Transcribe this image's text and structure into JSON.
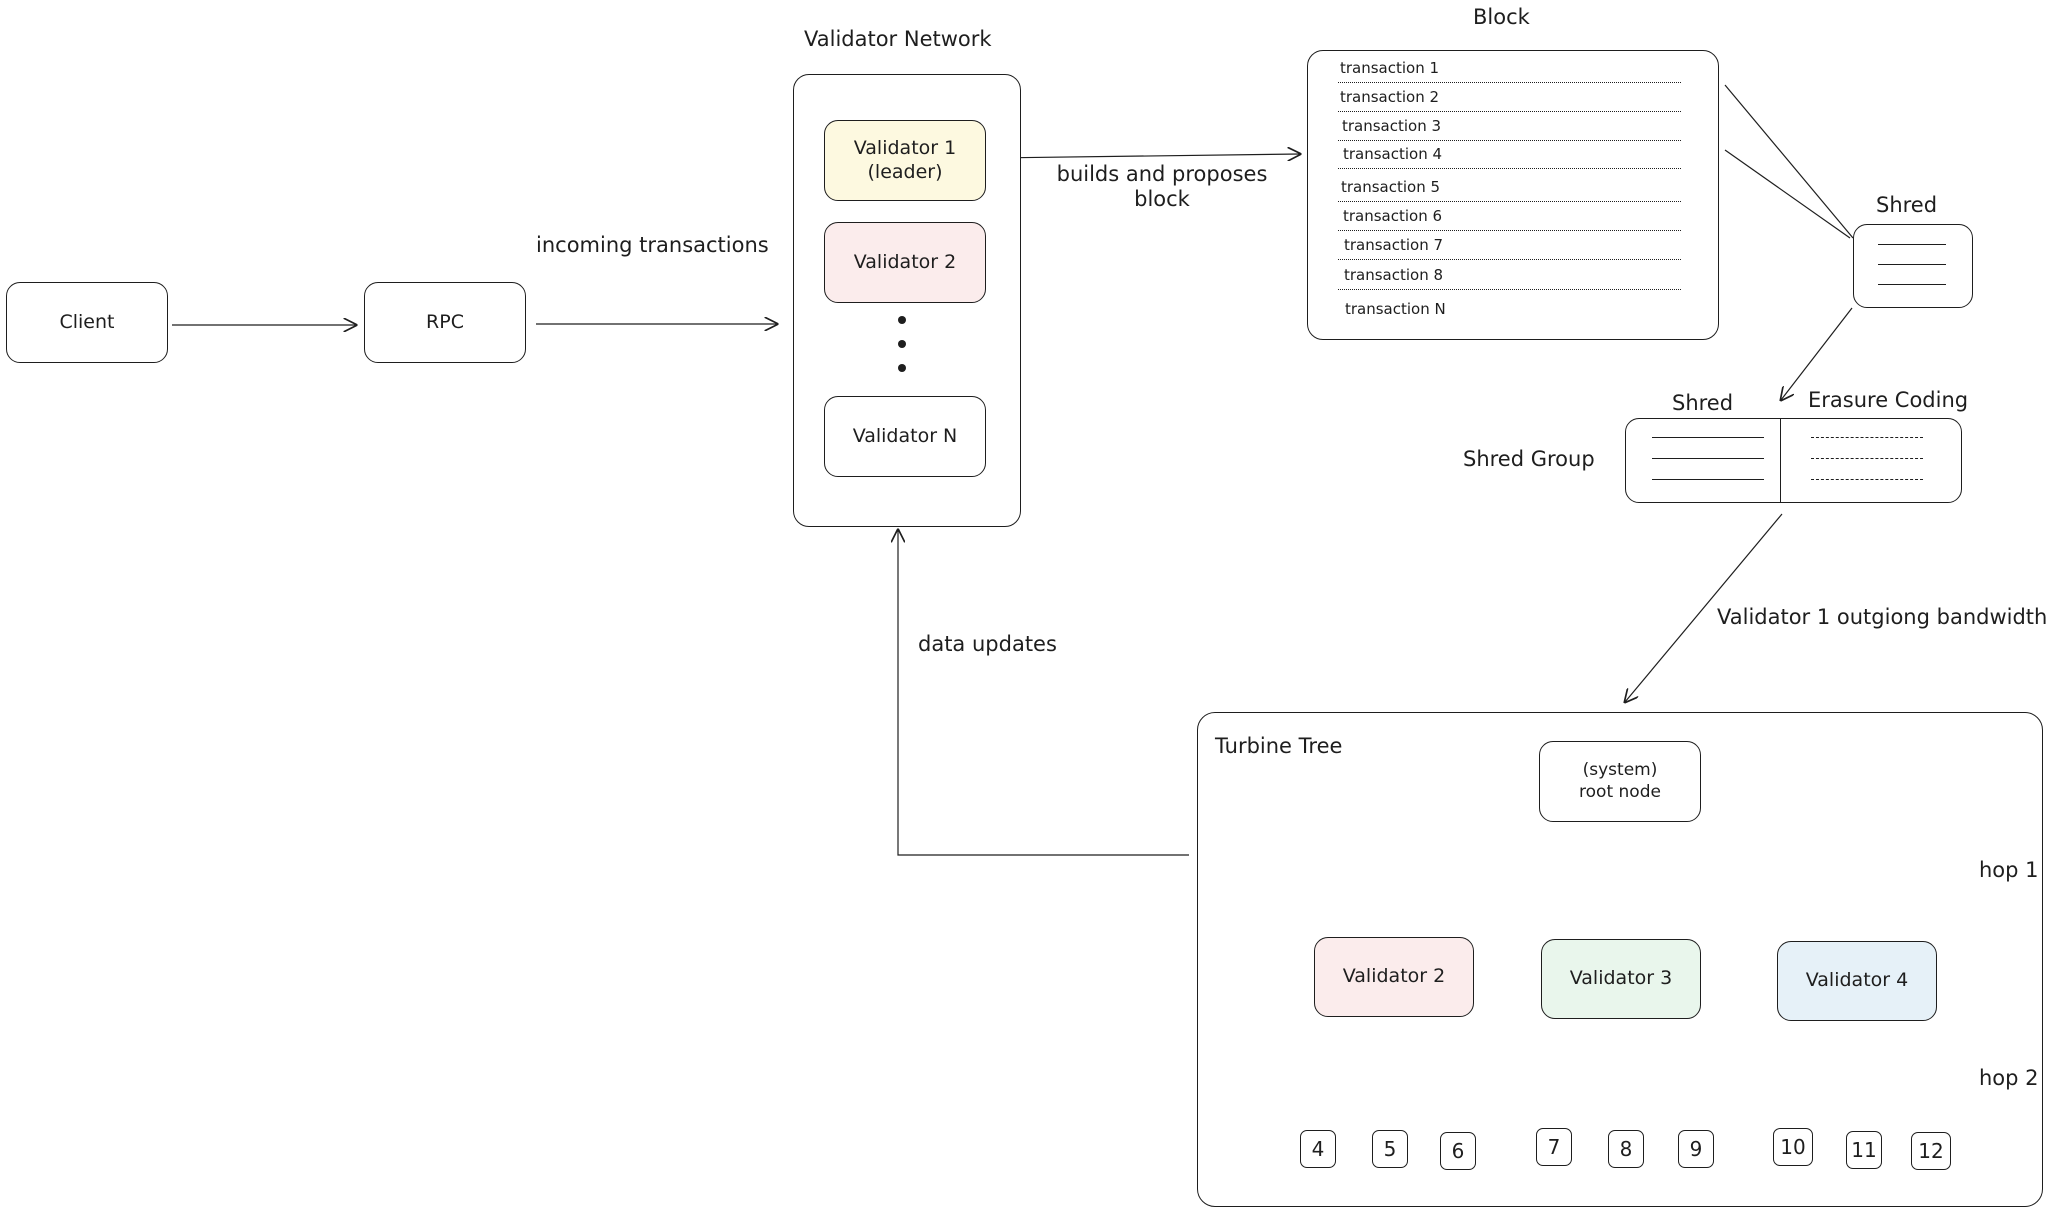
{
  "nodes": {
    "client": "Client",
    "rpc": "RPC",
    "validator_network_title": "Validator Network",
    "validator_1": "Validator 1",
    "validator_1_role": "(leader)",
    "validator_2": "Validator 2",
    "validator_n": "Validator N"
  },
  "labels": {
    "incoming_transactions": "incoming transactions",
    "builds_proposes_line1": "builds and proposes",
    "builds_proposes_line2": "block",
    "data_updates": "data updates",
    "outgoing_bandwidth": "Validator 1 outgiong bandwidth"
  },
  "block": {
    "title": "Block",
    "transactions": [
      "transaction 1",
      "transaction 2",
      "transaction 3",
      "transaction 4",
      "transaction 5",
      "transaction 6",
      "transaction 7",
      "transaction 8",
      "transaction N"
    ]
  },
  "shred": {
    "title": "Shred",
    "group_label": "Shred Group",
    "group_shred_header": "Shred",
    "group_erasure_header": "Erasure Coding"
  },
  "turbine": {
    "title": "Turbine Tree",
    "root_line1": "(system)",
    "root_line2": "root node",
    "hop1": "hop 1",
    "hop2": "hop 2",
    "validators": [
      "Validator 2",
      "Validator 3",
      "Validator 4"
    ],
    "leaves": [
      "4",
      "5",
      "6",
      "7",
      "8",
      "9",
      "10",
      "11",
      "12"
    ]
  },
  "colors": {
    "stroke": "#1e1e1e",
    "leader_fill": "#fdf9e0",
    "validator_2_fill": "#fbecec",
    "validator_3_fill": "#e9f6ec",
    "validator_4_fill": "#e6f1f8",
    "red_arrow": "#e03131",
    "green_arrow": "#2f9e44",
    "blue_arrow": "#1971c2"
  }
}
